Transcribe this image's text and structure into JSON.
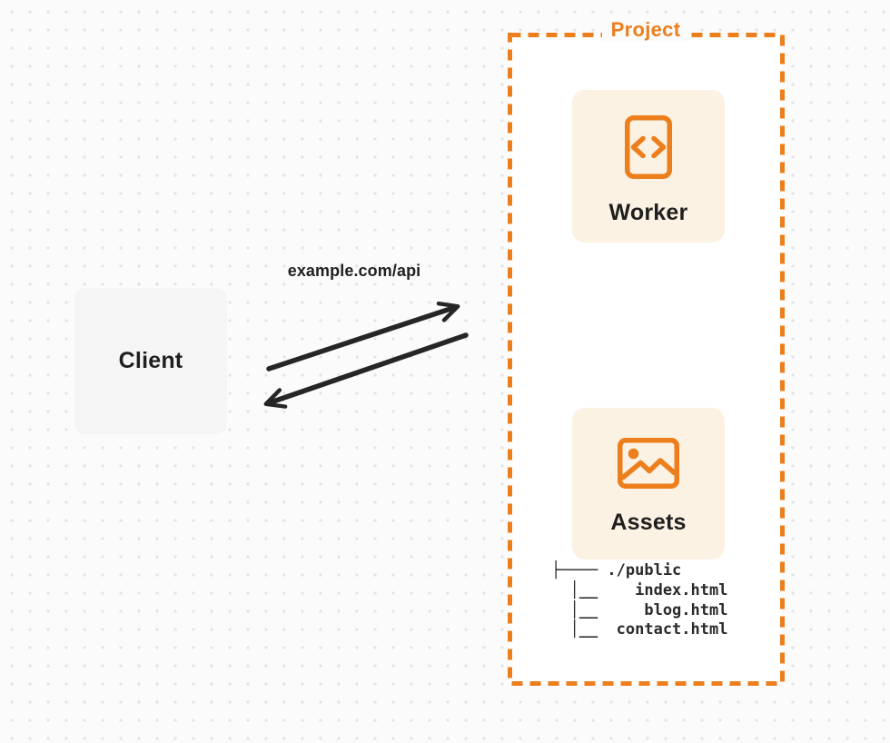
{
  "colors": {
    "page_bg": "#FBFBFC",
    "dot": "#E4E4E6",
    "accent": "#EC7E1C",
    "card_bg": "#FCF2E3",
    "client_bg": "#F5F5F6",
    "text": "#1F1F1F",
    "arrow": "#262626",
    "project_fill": "#FFFFFF"
  },
  "diagram": {
    "client": {
      "label": "Client"
    },
    "request": {
      "url_label": "example.com/api"
    },
    "icons": {
      "worker": "code-icon",
      "assets": "image-icon"
    },
    "project": {
      "label": "Project",
      "worker": {
        "label": "Worker"
      },
      "assets": {
        "label": "Assets"
      },
      "file_tree": {
        "lines": [
          "├──── ./public",
          "  │__    index.html",
          "  │__     blog.html",
          "  │__  contact.html"
        ]
      }
    }
  }
}
